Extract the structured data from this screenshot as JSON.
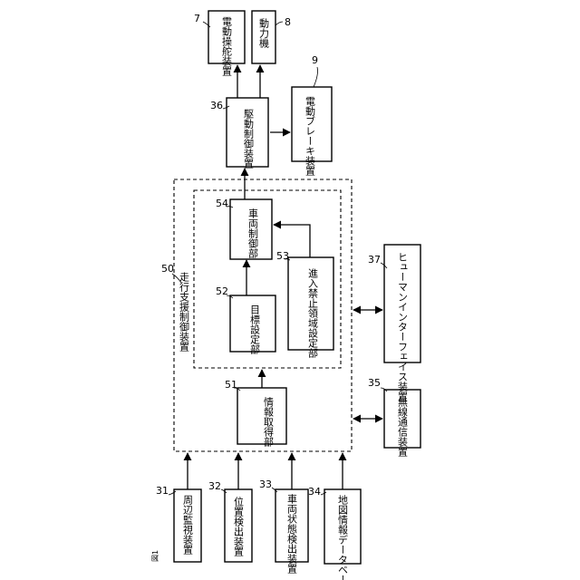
{
  "figure_label": "図1",
  "boxes": {
    "b31": {
      "label": "周辺監視装置",
      "number": "31"
    },
    "b32": {
      "label": "位置検出装置",
      "number": "32"
    },
    "b33": {
      "label": "車両状態検出装置",
      "number": "33"
    },
    "b34": {
      "label": "地図情報データベース",
      "number": "34"
    },
    "b51": {
      "label": "情報取得部",
      "number": "51"
    },
    "b52": {
      "label": "目標設定部",
      "number": "52"
    },
    "b53": {
      "label": "進入禁止領域設定部",
      "number": "53"
    },
    "b54": {
      "label": "車両制御部",
      "number": "54"
    },
    "b35": {
      "label": "無線通信装置",
      "number": "35"
    },
    "b37": {
      "label": "ヒューマンインターフェイス装置",
      "number": "37"
    },
    "b36": {
      "label": "駆動制御装置",
      "number": "36"
    },
    "b7": {
      "label": "電動操舵装置",
      "number": "7"
    },
    "b8": {
      "label": "動力機",
      "number": "8"
    },
    "b9": {
      "label": "電動ブレーキ装置",
      "number": "9"
    }
  },
  "outer_group": {
    "label": "走行支援制御装置",
    "number": "50"
  }
}
